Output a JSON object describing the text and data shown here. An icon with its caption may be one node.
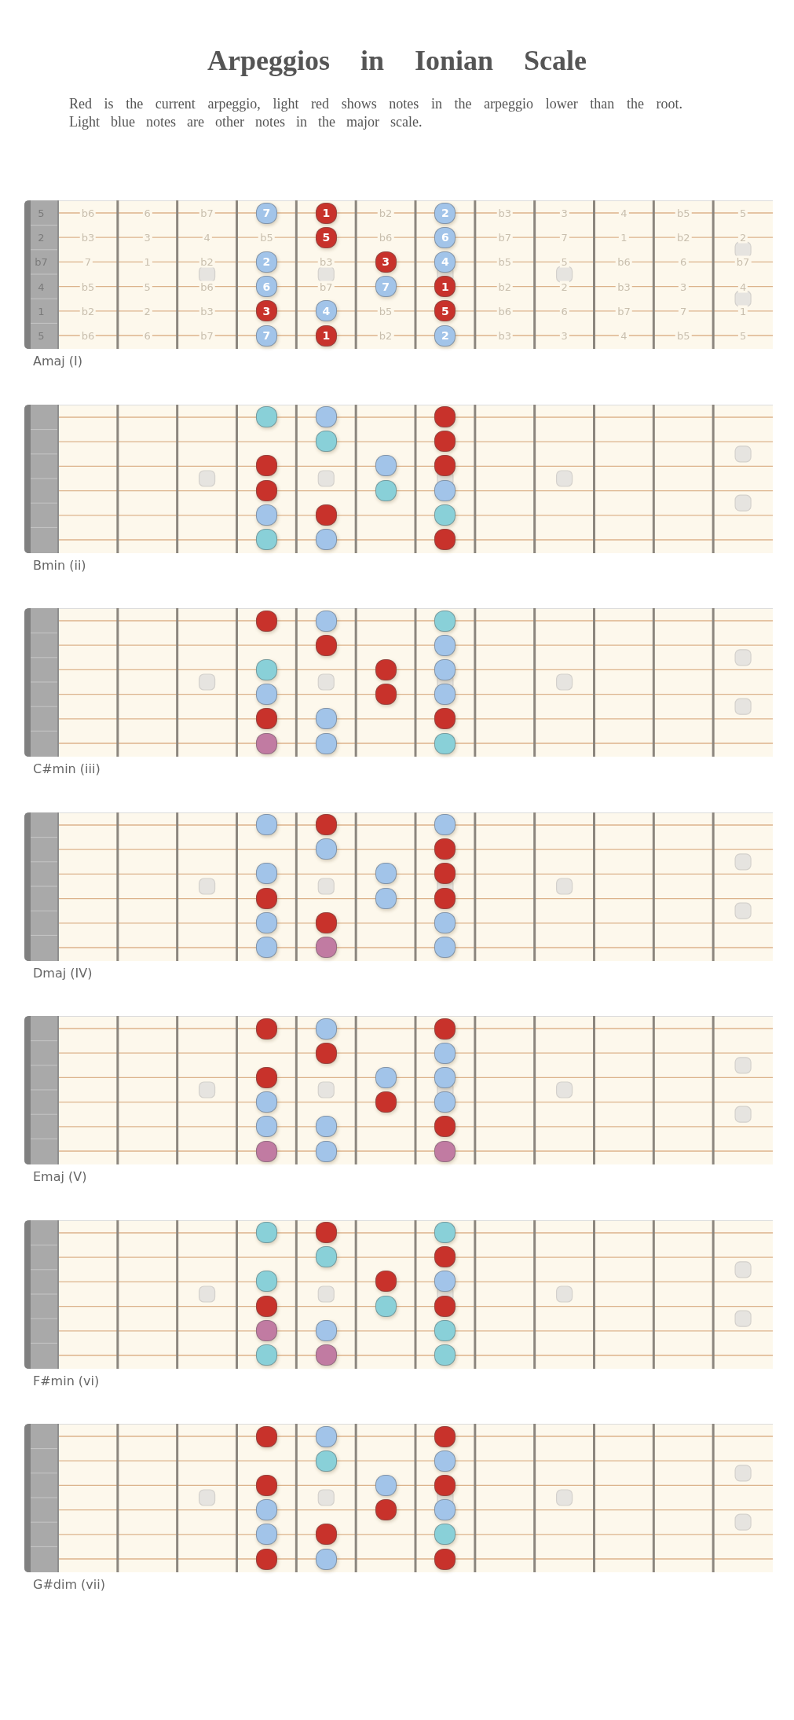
{
  "diagram": {
    "title": "Arpeggios in Ionian Scale",
    "caption": "Red is the current arpeggio, light red shows notes in the arpeggio lower than the root. Light blue notes are other notes in the major scale.",
    "nodes": [
      {
        "text": [
          "Amaj (I)"
        ]
      },
      {
        "text": [
          "7"
        ],
        "in": 0
      },
      {
        "text": [
          "1"
        ],
        "in": 0
      },
      {
        "text": [
          "2"
        ],
        "in": 0
      },
      {
        "text": [
          "5"
        ],
        "in": 0
      },
      {
        "text": [
          "6"
        ],
        "in": 0
      },
      {
        "text": [
          "2"
        ],
        "in": 0
      },
      {
        "text": [
          "3"
        ],
        "in": 0
      },
      {
        "text": [
          "4"
        ],
        "in": 0
      },
      {
        "text": [
          "6"
        ],
        "in": 0
      },
      {
        "text": [
          "7"
        ],
        "in": 0
      },
      {
        "text": [
          "1"
        ],
        "in": 0
      },
      {
        "text": [
          "3"
        ],
        "in": 0
      },
      {
        "text": [
          "4"
        ],
        "in": 0
      },
      {
        "text": [
          "5"
        ],
        "in": 0
      },
      {
        "text": [
          "7"
        ],
        "in": 0
      },
      {
        "text": [
          "1"
        ],
        "in": 0
      },
      {
        "text": [
          "2"
        ],
        "in": 0
      },
      {
        "text": [
          "Bmin (ii)"
        ]
      },
      {
        "text": [],
        "shape": "circle",
        "in": 18
      },
      {
        "text": [],
        "shape": "circle",
        "in": 18
      },
      {
        "text": [],
        "shape": "circle",
        "in": 18
      },
      {
        "text": [],
        "shape": "circle",
        "in": 18
      },
      {
        "text": [],
        "shape": "circle",
        "in": 18
      },
      {
        "text": [],
        "shape": "circle",
        "in": 18
      },
      {
        "text": [],
        "shape": "circle",
        "in": 18
      },
      {
        "text": [],
        "shape": "circle",
        "in": 18
      },
      {
        "text": [],
        "shape": "circle",
        "in": 18
      },
      {
        "text": [],
        "shape": "circle",
        "in": 18
      },
      {
        "text": [],
        "shape": "circle",
        "in": 18
      },
      {
        "text": [],
        "shape": "circle",
        "in": 18
      },
      {
        "text": [],
        "shape": "circle",
        "in": 18
      },
      {
        "text": [],
        "shape": "circle",
        "in": 18
      },
      {
        "text": [],
        "shape": "circle",
        "in": 18
      },
      {
        "text": [],
        "shape": "circle",
        "in": 18
      },
      {
        "text": [],
        "shape": "circle",
        "in": 18
      },
      {
        "text": [
          "C#min (iii)"
        ]
      },
      {
        "text": [],
        "shape": "circle",
        "in": 36
      },
      {
        "text": [],
        "shape": "circle",
        "in": 36
      },
      {
        "text": [],
        "shape": "circle",
        "in": 36
      },
      {
        "text": [],
        "shape": "circle",
        "in": 36
      },
      {
        "text": [],
        "shape": "circle",
        "in": 36
      },
      {
        "text": [],
        "shape": "circle",
        "in": 36
      },
      {
        "text": [],
        "shape": "circle",
        "in": 36
      },
      {
        "text": [],
        "shape": "circle",
        "in": 36
      },
      {
        "text": [],
        "shape": "circle",
        "in": 36
      },
      {
        "text": [],
        "shape": "circle",
        "in": 36
      },
      {
        "text": [],
        "shape": "circle",
        "in": 36
      },
      {
        "text": [],
        "shape": "circle",
        "in": 36
      },
      {
        "text": [],
        "shape": "circle",
        "in": 36
      },
      {
        "text": [],
        "shape": "circle",
        "in": 36
      },
      {
        "text": [],
        "shape": "circle",
        "in": 36
      },
      {
        "text": [],
        "shape": "circle",
        "in": 36
      },
      {
        "text": [],
        "shape": "circle",
        "in": 36
      },
      {
        "text": [
          "Dmaj (IV)"
        ]
      },
      {
        "text": [],
        "shape": "circle",
        "in": 54
      },
      {
        "text": [],
        "shape": "circle",
        "in": 54
      },
      {
        "text": [],
        "shape": "circle",
        "in": 54
      },
      {
        "text": [],
        "shape": "circle",
        "in": 54
      },
      {
        "text": [],
        "shape": "circle",
        "in": 54
      },
      {
        "text": [],
        "shape": "circle",
        "in": 54
      },
      {
        "text": [],
        "shape": "circle",
        "in": 54
      },
      {
        "text": [],
        "shape": "circle",
        "in": 54
      },
      {
        "text": [],
        "shape": "circle",
        "in": 54
      },
      {
        "text": [],
        "shape": "circle",
        "in": 54
      },
      {
        "text": [],
        "shape": "circle",
        "in": 54
      },
      {
        "text": [],
        "shape": "circle",
        "in": 54
      },
      {
        "text": [],
        "shape": "circle",
        "in": 54
      },
      {
        "text": [],
        "shape": "circle",
        "in": 54
      },
      {
        "text": [],
        "shape": "circle",
        "in": 54
      },
      {
        "text": [],
        "shape": "circle",
        "in": 54
      },
      {
        "text": [],
        "shape": "circle",
        "in": 54
      },
      {
        "text": [
          "Emaj (V)"
        ]
      },
      {
        "text": [],
        "shape": "circle",
        "in": 72
      },
      {
        "text": [],
        "shape": "circle",
        "in": 72
      },
      {
        "text": [],
        "shape": "circle",
        "in": 72
      },
      {
        "text": [],
        "shape": "circle",
        "in": 72
      },
      {
        "text": [],
        "shape": "circle",
        "in": 72
      },
      {
        "text": [],
        "shape": "circle",
        "in": 72
      },
      {
        "text": [],
        "shape": "circle",
        "in": 72
      },
      {
        "text": [],
        "shape": "circle",
        "in": 72
      },
      {
        "text": [],
        "shape": "circle",
        "in": 72
      },
      {
        "text": [],
        "shape": "circle",
        "in": 72
      },
      {
        "text": [],
        "shape": "circle",
        "in": 72
      },
      {
        "text": [],
        "shape": "circle",
        "in": 72
      },
      {
        "text": [],
        "shape": "circle",
        "in": 72
      },
      {
        "text": [],
        "shape": "circle",
        "in": 72
      },
      {
        "text": [],
        "shape": "circle",
        "in": 72
      },
      {
        "text": [],
        "shape": "circle",
        "in": 72
      },
      {
        "text": [],
        "shape": "circle",
        "in": 72
      },
      {
        "text": [
          "F#min (vi)"
        ]
      },
      {
        "text": [],
        "shape": "circle",
        "in": 90
      },
      {
        "text": [],
        "shape": "circle",
        "in": 90
      },
      {
        "text": [],
        "shape": "circle",
        "in": 90
      },
      {
        "text": [],
        "shape": "circle",
        "in": 90
      },
      {
        "text": [],
        "shape": "circle",
        "in": 90
      },
      {
        "text": [],
        "shape": "circle",
        "in": 90
      },
      {
        "text": [],
        "shape": "circle",
        "in": 90
      },
      {
        "text": [],
        "shape": "circle",
        "in": 90
      },
      {
        "text": [],
        "shape": "circle",
        "in": 90
      },
      {
        "text": [],
        "shape": "circle",
        "in": 90
      },
      {
        "text": [],
        "shape": "circle",
        "in": 90
      },
      {
        "text": [],
        "shape": "circle",
        "in": 90
      },
      {
        "text": [],
        "shape": "circle",
        "in": 90
      },
      {
        "text": [],
        "shape": "circle",
        "in": 90
      },
      {
        "text": [],
        "shape": "circle",
        "in": 90
      },
      {
        "text": [],
        "shape": "circle",
        "in": 90
      },
      {
        "text": [],
        "shape": "circle",
        "in": 90
      },
      {
        "text": [
          "G#dim (vii)"
        ]
      },
      {
        "text": [],
        "shape": "circle",
        "in": 108
      },
      {
        "text": [],
        "shape": "circle",
        "in": 108
      },
      {
        "text": [],
        "shape": "circle",
        "in": 108
      },
      {
        "text": [],
        "shape": "circle",
        "in": 108
      },
      {
        "text": [],
        "shape": "circle",
        "in": 108
      },
      {
        "text": [],
        "shape": "circle",
        "in": 108
      },
      {
        "text": [],
        "shape": "circle",
        "in": 108
      },
      {
        "text": [],
        "shape": "circle",
        "in": 108
      },
      {
        "text": [],
        "shape": "circle",
        "in": 108
      },
      {
        "text": [],
        "shape": "circle",
        "in": 108
      },
      {
        "text": [],
        "shape": "circle",
        "in": 108
      },
      {
        "text": [],
        "shape": "circle",
        "in": 108
      },
      {
        "text": [],
        "shape": "circle",
        "in": 108
      },
      {
        "text": [],
        "shape": "circle",
        "in": 108
      },
      {
        "text": [],
        "shape": "circle",
        "in": 108
      },
      {
        "text": [],
        "shape": "circle",
        "in": 108
      },
      {
        "text": [],
        "shape": "circle",
        "in": 108
      }
    ],
    "labels": [
      "5",
      "b6",
      "6",
      "b7",
      "b2",
      "b3",
      "3",
      "4",
      "b5",
      "5",
      "2",
      "b3",
      "3",
      "4",
      "b5",
      "b6",
      "b7",
      "7",
      "1",
      "b2",
      "2",
      "b7",
      "7",
      "1",
      "b2",
      "b3",
      "b5",
      "5",
      "b6",
      "6",
      "b7",
      "4",
      "b5",
      "5",
      "b6",
      "b7",
      "b2",
      "2",
      "b3",
      "3",
      "4",
      "1",
      "b2",
      "2",
      "b3",
      "b5",
      "b6",
      "6",
      "b7",
      "7",
      "1",
      "5",
      "b6",
      "6",
      "b7",
      "b2",
      "b3",
      "3",
      "4",
      "b5",
      "5"
    ]
  }
}
